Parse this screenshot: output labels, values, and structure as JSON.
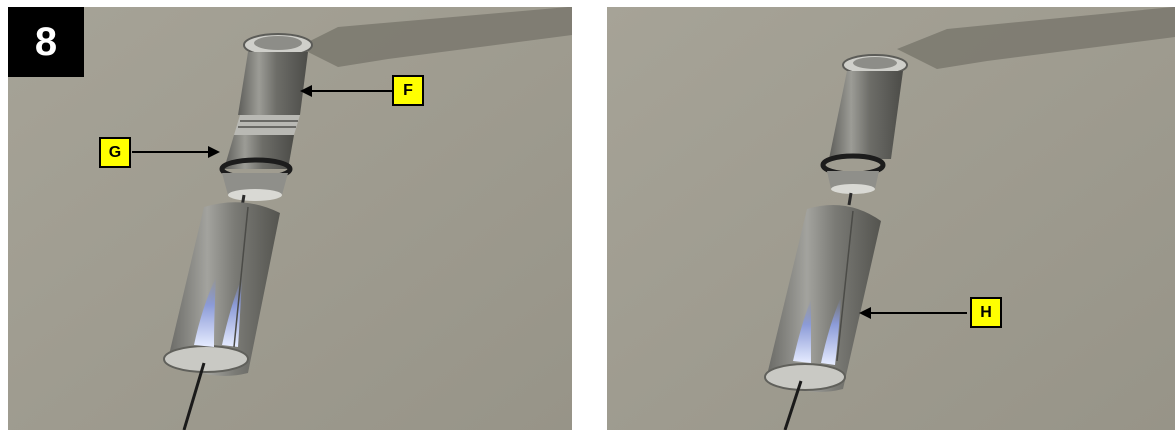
{
  "step": {
    "number": "8"
  },
  "callouts": {
    "f": "F",
    "g": "G",
    "h": "H"
  },
  "colors": {
    "background": "#9e9b8f",
    "callout_fill": "#ffff00",
    "badge": "#000000",
    "metal": "#7d7d78"
  }
}
